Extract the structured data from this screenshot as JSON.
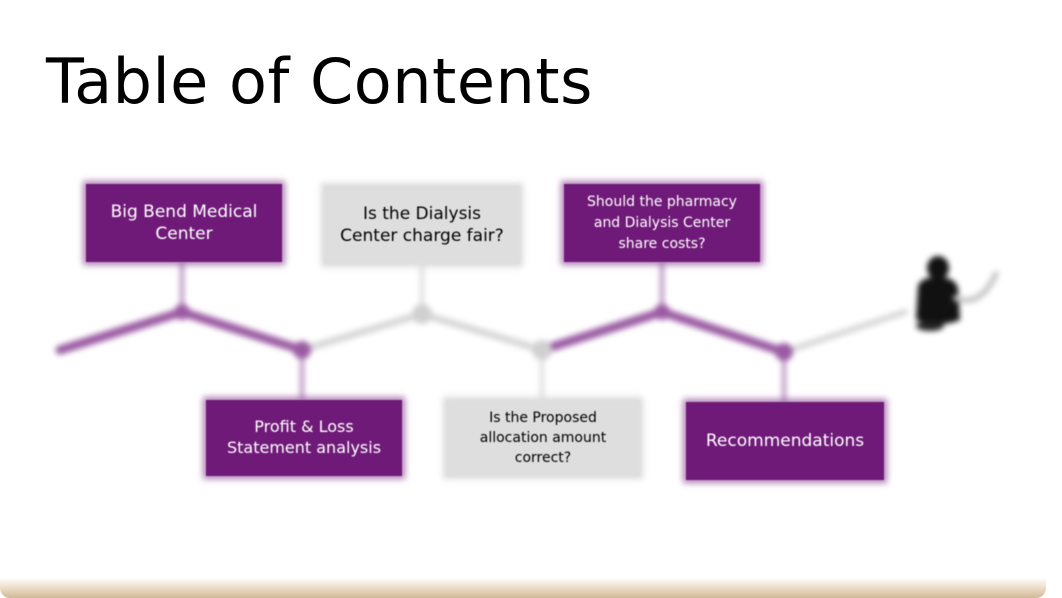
{
  "slide": {
    "title": "Table of Contents",
    "accent_color": "#6f1a78",
    "neutral_color": "#dedede",
    "items": [
      {
        "label": "Big Bend Medical Center",
        "style": "purple"
      },
      {
        "label": "Profit & Loss Statement analysis",
        "style": "purple"
      },
      {
        "label": "Is the Dialysis Center charge fair?",
        "style": "gray"
      },
      {
        "label": "Is the Proposed allocation amount correct?",
        "style": "gray"
      },
      {
        "label": "Should the pharmacy and Dialysis Center share costs?",
        "style": "purple"
      },
      {
        "label": "Recommendations",
        "style": "purple"
      }
    ],
    "end_icon": "figure-silhouette-icon"
  }
}
